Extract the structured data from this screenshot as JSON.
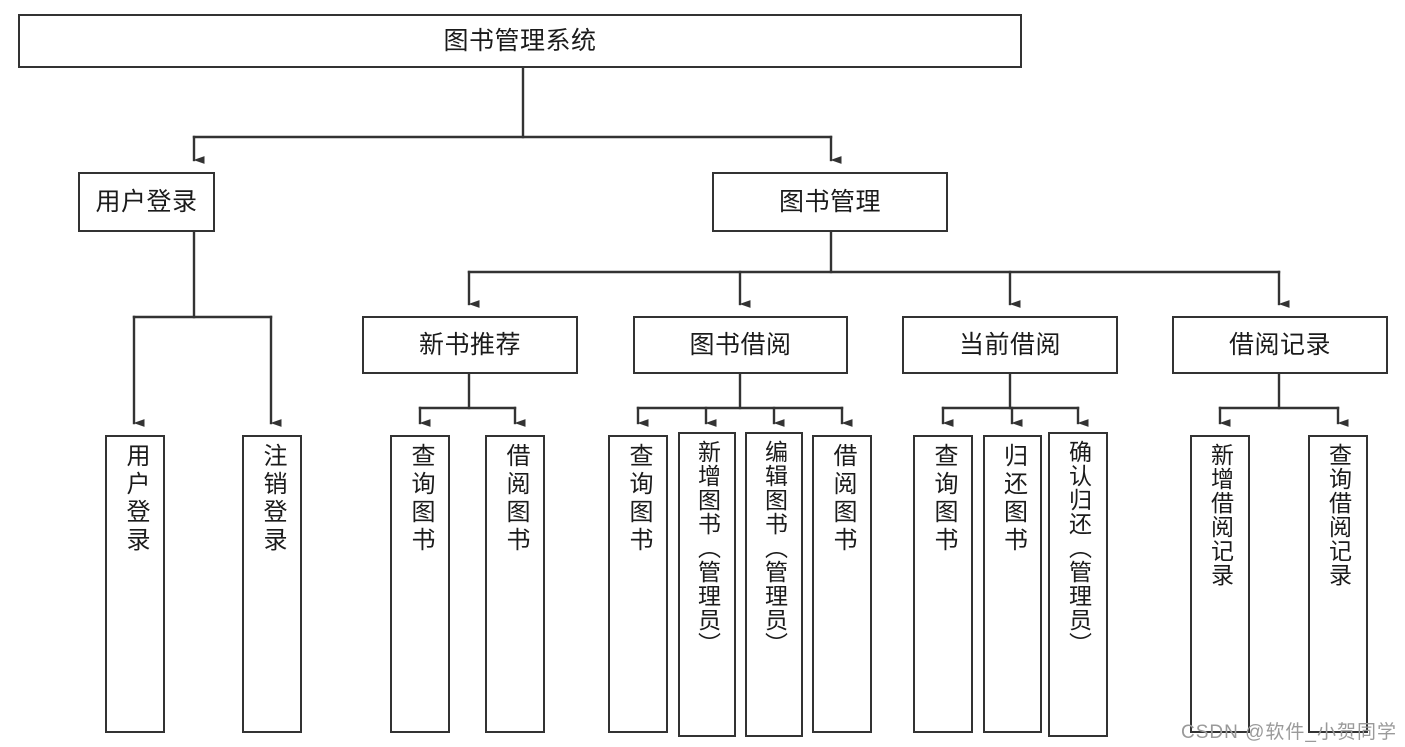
{
  "diagram": {
    "title": "图书管理系统",
    "type": "function-structure-tree",
    "stroke_color": "#333333",
    "text_color": "#1b1b1b",
    "background_color": "#ffffff",
    "nodes": {
      "root": {
        "label": "图书管理系统"
      },
      "tier2": [
        {
          "key": "user_login",
          "label": "用户登录"
        },
        {
          "key": "book_manage",
          "label": "图书管理"
        }
      ],
      "tier3": [
        {
          "key": "new_book_rec",
          "label": "新书推荐"
        },
        {
          "key": "book_borrow",
          "label": "图书借阅"
        },
        {
          "key": "current_borrow",
          "label": "当前借阅"
        },
        {
          "key": "borrow_record",
          "label": "借阅记录"
        }
      ],
      "leaves": {
        "user_login": [
          {
            "label": "用户登录"
          },
          {
            "label": "注销登录"
          }
        ],
        "new_book_rec": [
          {
            "label": "查询图书"
          },
          {
            "label": "借阅图书"
          }
        ],
        "book_borrow": [
          {
            "label": "查询图书"
          },
          {
            "label": "新增图书（管理员）"
          },
          {
            "label": "编辑图书（管理员）"
          },
          {
            "label": "借阅图书"
          }
        ],
        "current_borrow": [
          {
            "label": "查询图书"
          },
          {
            "label": "归还图书"
          },
          {
            "label": "确认归还（管理员）"
          }
        ],
        "borrow_record": [
          {
            "label": "新增借阅记录"
          },
          {
            "label": "查询借阅记录"
          }
        ]
      }
    }
  },
  "watermark": {
    "text": "CSDN @软件_小贺同学"
  }
}
